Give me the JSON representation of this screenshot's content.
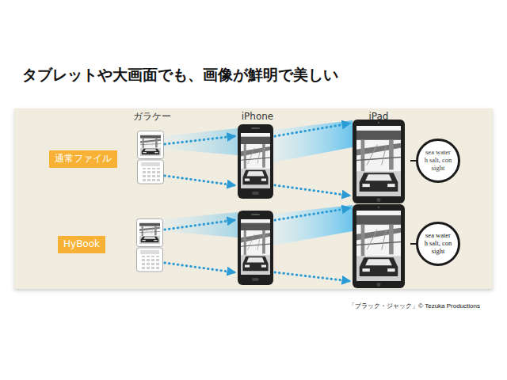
{
  "diagram": {
    "title": "タブレットや大画面でも、画像が鮮明で美しい",
    "caption": "「ブラック・ジャック」© Tezuka Productions",
    "nodes": [
      {
        "text": [
          "通常ファイル"
        ]
      },
      {
        "text": [
          "sea water",
          "h salt, con",
          "sight"
        ]
      },
      {
        "text": [
          "HyBook"
        ]
      },
      {
        "text": [
          "sea water",
          "h salt, con",
          "sight"
        ]
      }
    ],
    "labels": [
      "ガラケー",
      "iPhone",
      "iPad"
    ]
  }
}
